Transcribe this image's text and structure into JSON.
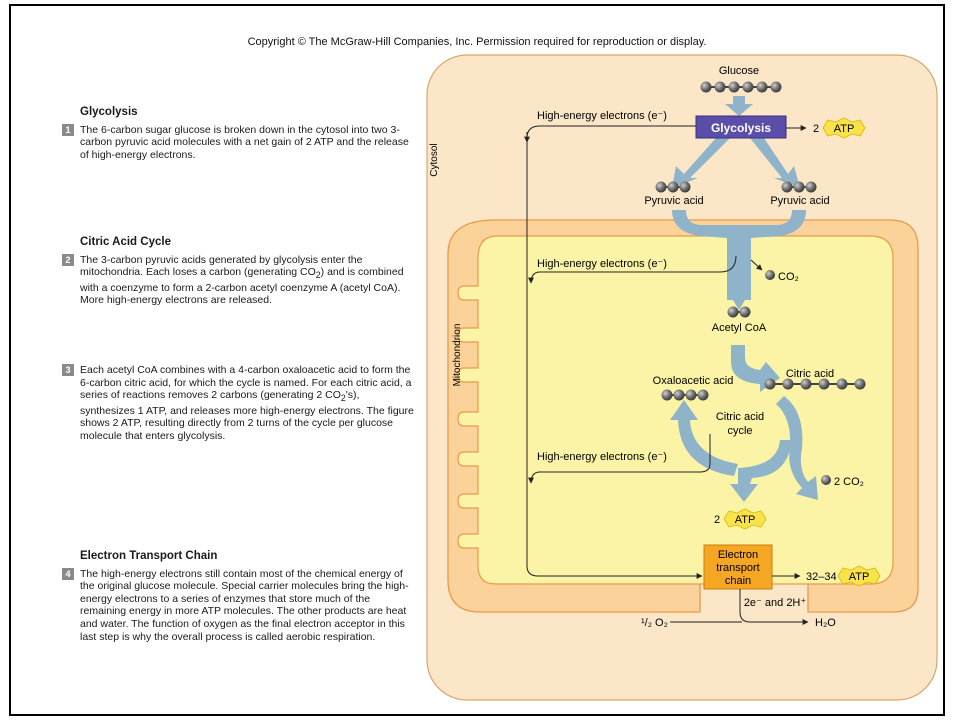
{
  "copyright": "Copyright © The McGraw-Hill Companies, Inc. Permission required for reproduction or display.",
  "sections": {
    "glycolysis": {
      "title": "Glycolysis",
      "step": "1",
      "text": "The 6-carbon sugar glucose is broken down in the cytosol into two 3-carbon pyruvic acid molecules with a net gain of 2 ATP and the release of high-energy electrons."
    },
    "citric": {
      "title": "Citric Acid Cycle",
      "step": "2",
      "text_pre": "The 3-carbon pyruvic acids generated by glycolysis enter the mitochondria. Each loses a carbon (generating CO",
      "sub": "2",
      "text_post": ") and is combined with a coenzyme to form a 2-carbon acetyl coenzyme A (acetyl CoA). More high-energy electrons are released."
    },
    "acetyl": {
      "step": "3",
      "text_pre": "Each acetyl CoA combines with a 4-carbon oxaloacetic acid to form the 6-carbon citric acid, for which the cycle is named. For each citric acid, a series of reactions removes 2 carbons (generating 2 CO",
      "sub": "2",
      "text_post": "'s), synthesizes 1 ATP, and releases more high-energy electrons. The figure shows 2 ATP, resulting directly from 2 turns of the cycle per glucose molecule that enters glycolysis."
    },
    "etc": {
      "title": "Electron Transport Chain",
      "step": "4",
      "text": "The high-energy electrons still contain most of the chemical energy of the original glucose molecule. Special carrier molecules bring the high-energy electrons to a series of enzymes that store much of the remaining energy in more ATP molecules. The other products are heat and water. The function of oxygen as the final electron acceptor in this last step is why the overall process is called aerobic respiration."
    }
  },
  "diagram": {
    "glucose": "Glucose",
    "glycolysis": "Glycolysis",
    "cytosol": "Cytosol",
    "mitochondrion": "Mitochondrion",
    "hee": "High-energy electrons (e⁻)",
    "two": "2",
    "atp": "ATP",
    "pyruvic": "Pyruvic acid",
    "co2": "CO₂",
    "acetyl": "Acetyl CoA",
    "oxalo": "Oxaloacetic acid",
    "citric": "Citric acid",
    "cycle1": "Citric acid",
    "cycle2": "cycle",
    "two_co2": "2 CO₂",
    "etc1": "Electron",
    "etc2": "transport",
    "etc3": "chain",
    "yield": "32–34",
    "e2h": "2e⁻ and 2H⁺",
    "o2": "¹/₂ O₂",
    "h2o": "H₂O"
  },
  "colors": {
    "cytosol_fill": "#fbe6c7",
    "cytosol_stroke": "#d9a66b",
    "mito_fill": "#fbd29a",
    "mito_inner": "#fbf3a6",
    "arrow": "#8fb4c9",
    "glycolysis_box": "#5a4ea8",
    "etc_box": "#f5a623",
    "atp_fill": "#f9e24a"
  }
}
